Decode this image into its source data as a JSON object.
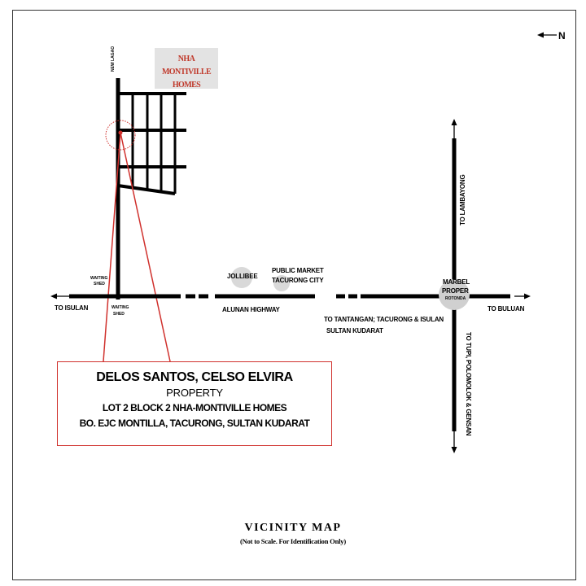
{
  "subdivision": {
    "line1": "NHA MONTIVILLE",
    "line2": "HOMES"
  },
  "roads": {
    "new_lagao": "NEW LAGAO",
    "to_isulan": "TO ISULAN",
    "alunan_highway": "ALUNAN HIGHWAY",
    "to_tantangan": "TO TANTANGAN; TACURONG & ISULAN",
    "sultan_kudarat": "SULTAN KUDARAT",
    "to_buluan": "TO BULUAN",
    "to_lambayong": "TO LAMBAYONG",
    "to_tupi": "TO TUPI, POLOMOLOK & GENSAN"
  },
  "landmarks": {
    "waiting_shed_1": "WAITING",
    "waiting_shed_1b": "SHED",
    "waiting_shed_2": "WAITING",
    "waiting_shed_2b": "SHED",
    "jollibee": "JOLLIBEE",
    "public_market": "PUBLIC MARKET",
    "tacurong_city": "TACURONG CITY",
    "marbel": "MARBEL",
    "proper": "PROPER",
    "rotonda": "ROTONDA"
  },
  "property": {
    "owner": "DELOS SANTOS, CELSO ELVIRA",
    "label": "PROPERTY",
    "lot": "LOT 2 BLOCK 2 NHA-MONTIVILLE HOMES",
    "address": "BO. EJC MONTILLA, TACURONG, SULTAN KUDARAT"
  },
  "title": "VICINITY MAP",
  "subtitle": "(Not to Scale. For Identification Only)",
  "north_label": "N",
  "colors": {
    "property_marker": "#d0312d",
    "landmark": "#d9d9d9",
    "road": "#000000"
  }
}
